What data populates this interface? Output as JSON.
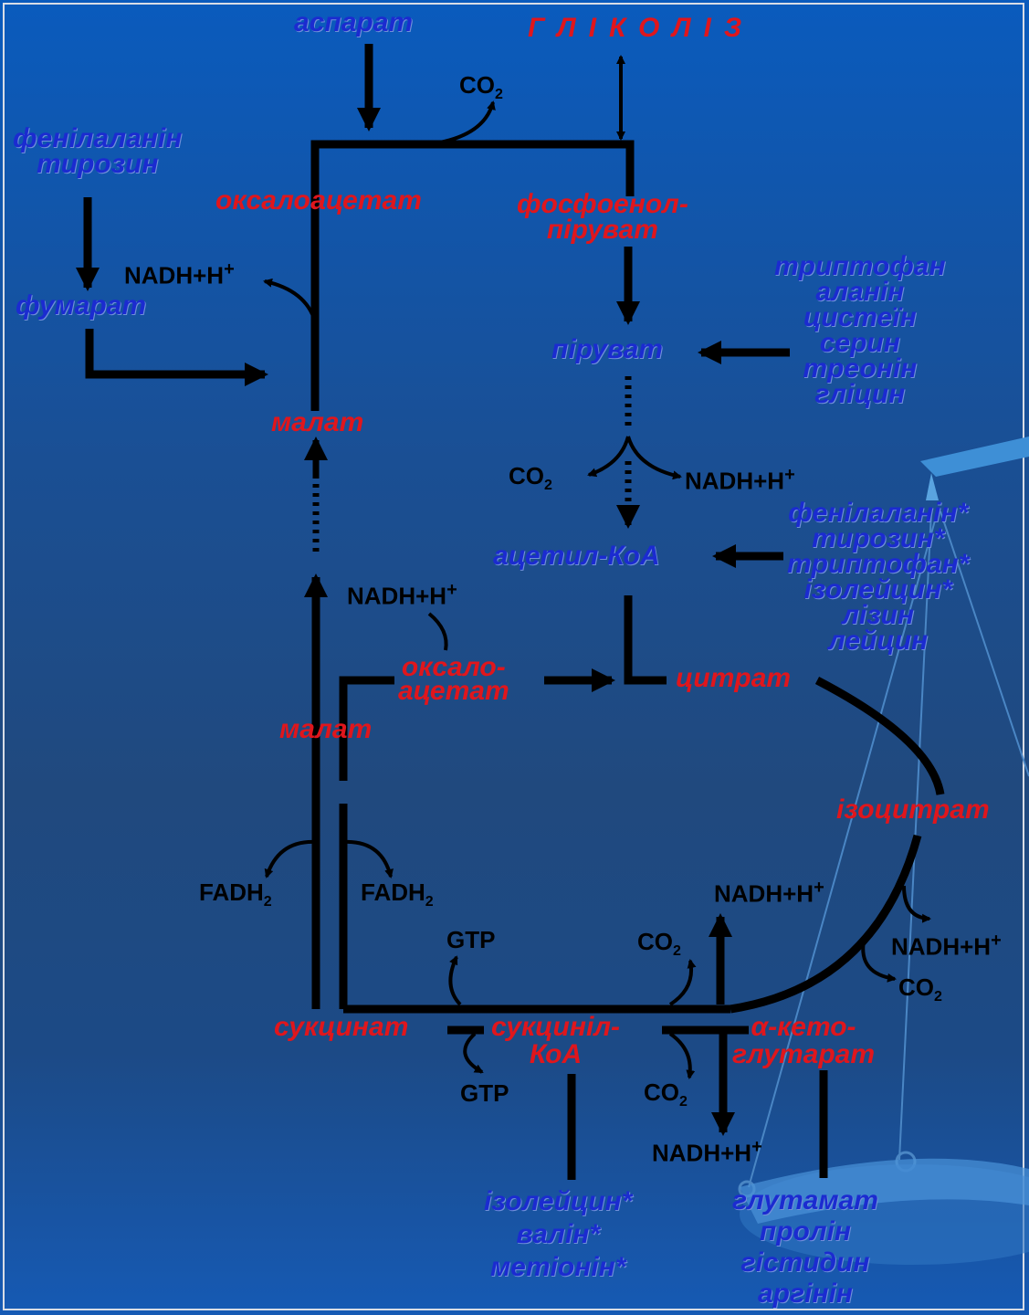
{
  "glycolysis": "ГЛІКОЛІЗ",
  "aspartate": "аспарат",
  "co2": "CO",
  "sub2": "2",
  "nadh": "NADH+H",
  "plus": "+",
  "fadh": "FADH",
  "gtp": "GTP",
  "phe_tyr": [
    "фенілаланін",
    "тирозин"
  ],
  "fumarate": "фумарат",
  "oxaloacetate": "оксалоацетат",
  "pep": [
    "фосфоенол-",
    "піруват"
  ],
  "pyruvate": "піруват",
  "pyr_aa": [
    "триптофан",
    "аланін",
    "цистеїн",
    "серин",
    "треонін",
    "гліцин"
  ],
  "malate": "малат",
  "acetyl_coa": "ацетил-КоА",
  "acoa_aa": [
    "фенілаланін*",
    "тирозин*",
    "триптофан*",
    "ізолейцин*",
    "лізин",
    "лейцин"
  ],
  "oxalo_split": [
    "оксало-",
    "ацетат"
  ],
  "citrate": "цитрат",
  "isocitrate": "ізоцитрат",
  "succinate": "сукцинат",
  "succinyl_coa": [
    "сукциніл-",
    "КоА"
  ],
  "akg": [
    "α-кето-",
    "глутарат"
  ],
  "succ_aa": [
    "ізолейцин*",
    "валін*",
    "метіонін*"
  ],
  "akg_aa": [
    "глутамат",
    "пролін",
    "гістидин",
    "аргінін"
  ]
}
